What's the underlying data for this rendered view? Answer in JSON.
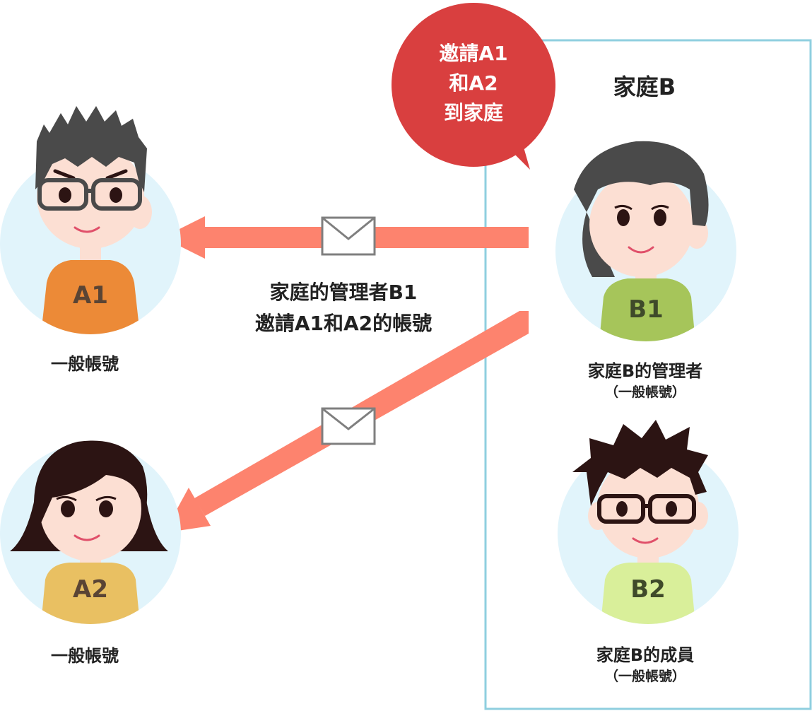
{
  "family": {
    "title": "家庭B"
  },
  "bubble": {
    "lines": [
      "邀請A1",
      "和A2",
      "到家庭"
    ]
  },
  "message": {
    "lines": [
      "家庭的管理者B1",
      "邀請A1和A2的帳號"
    ]
  },
  "people": {
    "a1": {
      "badge": "A1",
      "label": "一般帳號"
    },
    "a2": {
      "badge": "A2",
      "label": "一般帳號"
    },
    "b1": {
      "badge": "B1",
      "role": "家庭B的管理者",
      "sub": "（一般帳號）"
    },
    "b2": {
      "badge": "B2",
      "role": "家庭B的成員",
      "sub": "（一般帳號）"
    }
  },
  "icons": [
    "envelope-icon",
    "arrow-icon"
  ],
  "colors": {
    "arrow": "#fd836e",
    "bubble": "#d93f3f",
    "family_border": "#8fcfdf",
    "avatar_bg": "#e1f4fb",
    "skin": "#fcdfd3",
    "shirt_a1": "#ec8a37",
    "shirt_a2": "#e9c062",
    "shirt_b1": "#a6c55a",
    "shirt_b2": "#d9ef9a",
    "hair_gray": "#4a4a4a",
    "hair_dark": "#2c1413",
    "envelope_stroke": "#7f7f7f"
  }
}
